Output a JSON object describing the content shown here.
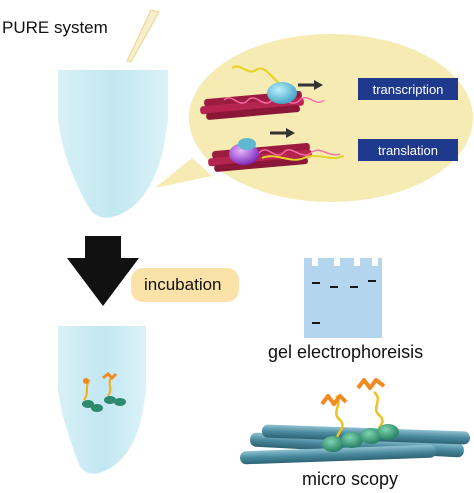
{
  "labels": {
    "title": "PURE system",
    "transcription": "transcription",
    "translation": "translation",
    "incubation": "incubation",
    "gel": "gel electrophoreisis",
    "microscopy": "micro scopy"
  },
  "colors": {
    "tube": "#c9eaf3",
    "bubble": "#f5ebb3",
    "label_box": "#1f3a8c",
    "incubation_pill": "#fbe2a8",
    "gel": "#b3d5ee",
    "microtubule": "#4a8a9e",
    "motor": "#2e8a6e",
    "cargo": "#f08a22",
    "ribosome_large": "#8e2cc6",
    "rna_polymerase": "#5fb8cf",
    "dna": "#b0204a",
    "mrna": "#e7d428"
  },
  "icons": [
    "pipette-tip-icon",
    "down-arrow-icon",
    "right-arrow-icon"
  ]
}
